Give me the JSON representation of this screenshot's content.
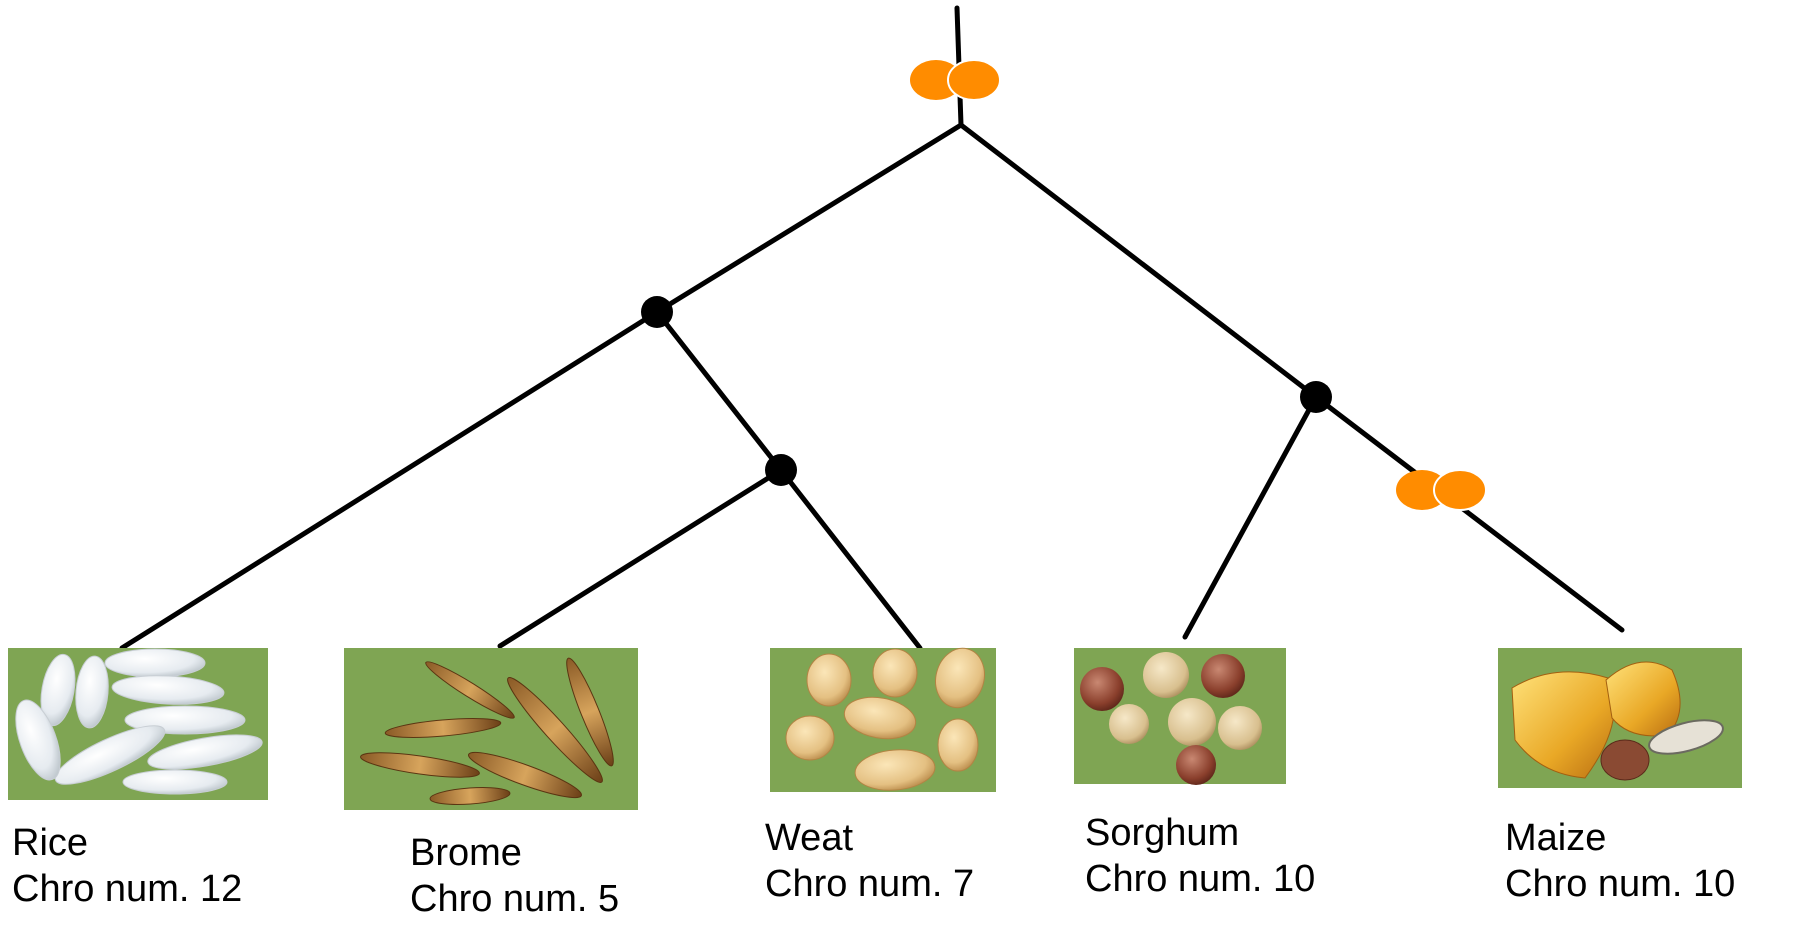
{
  "colors": {
    "branch": "#000000",
    "node": "#000000",
    "duplication_marker": "#FF8C00",
    "photo_background": "#7FA553"
  },
  "markers": {
    "root_duplication": "orange-double-ellipse",
    "maize_duplication": "orange-double-ellipse"
  },
  "species": [
    {
      "key": "rice",
      "name": "Rice",
      "chromosomes": "Chro num. 12",
      "image": "rice-grain-photo"
    },
    {
      "key": "brome",
      "name": "Brome",
      "chromosomes": "Chro num. 5",
      "image": "brome-grain-photo"
    },
    {
      "key": "wheat",
      "name": "Weat",
      "chromosomes": "Chro num. 7",
      "image": "wheat-grain-photo"
    },
    {
      "key": "sorghum",
      "name": "Sorghum",
      "chromosomes": "Chro num. 10",
      "image": "sorghum-grain-photo"
    },
    {
      "key": "maize",
      "name": "Maize",
      "chromosomes": "Chro num. 10",
      "image": "maize-grain-photo"
    }
  ]
}
